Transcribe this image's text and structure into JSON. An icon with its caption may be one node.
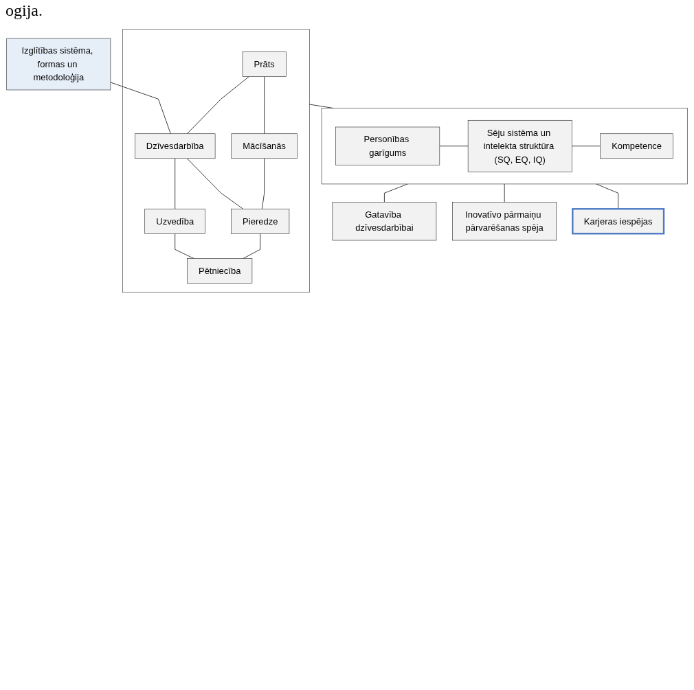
{
  "diagram": {
    "nodes": [
      {
        "text": [
          "Izglītības sistēma, formas un metodoloģija"
        ]
      },
      {
        "text": [],
        "shape": "box"
      },
      {
        "text": [
          "Prāts"
        ],
        "in": 1
      },
      {
        "text": [
          "Dzīvesdarbība"
        ],
        "in": 1
      },
      {
        "text": [
          "Uzvedība"
        ],
        "in": 1
      },
      {
        "text": [
          "Mācīšanās"
        ],
        "in": 1
      },
      {
        "text": [
          "Pieredze"
        ],
        "in": 1
      },
      {
        "text": [
          "Pētniecība"
        ],
        "in": 1
      },
      {
        "text": [],
        "shape": "box"
      },
      {
        "text": [
          "Personības garīgums"
        ],
        "in": 8
      },
      {
        "text": [
          "Sēju sistēma un intelekta struktūra (SQ, EQ, IQ)"
        ],
        "in": 8
      },
      {
        "text": [
          "Kompetence"
        ],
        "in": 8
      },
      {
        "text": [
          "Gatavība dzīvesdarbībai"
        ]
      },
      {
        "text": [
          "Inovatīvo pārmaiņu pārvarēšanas spēja"
        ]
      },
      {
        "text": [
          "Karjeras iespējas"
        ]
      }
    ],
    "edges": [
      {
        "from": 0,
        "to": 3,
        "arrow": "none"
      },
      {
        "from": 2,
        "to": 3,
        "arrow": "none"
      },
      {
        "from": 3,
        "to": 4,
        "arrow": "none"
      },
      {
        "from": 2,
        "to": 5,
        "arrow": "none"
      },
      {
        "from": 3,
        "to": 6,
        "arrow": "none"
      },
      {
        "from": 4,
        "to": 7,
        "arrow": "none"
      },
      {
        "from": 5,
        "to": 6,
        "arrow": "none"
      },
      {
        "from": 6,
        "to": 7,
        "arrow": "none"
      },
      {
        "from": 1,
        "to": 8,
        "arrow": "none"
      },
      {
        "from": 9,
        "to": 10,
        "arrow": "none"
      },
      {
        "from": 10,
        "to": 11,
        "arrow": "none"
      },
      {
        "from": 8,
        "to": 12,
        "arrow": "none"
      },
      {
        "from": 8,
        "to": 13,
        "arrow": "none"
      },
      {
        "from": 8,
        "to": 14,
        "arrow": "none"
      }
    ],
    "labels": [
      "ogija."
    ]
  }
}
